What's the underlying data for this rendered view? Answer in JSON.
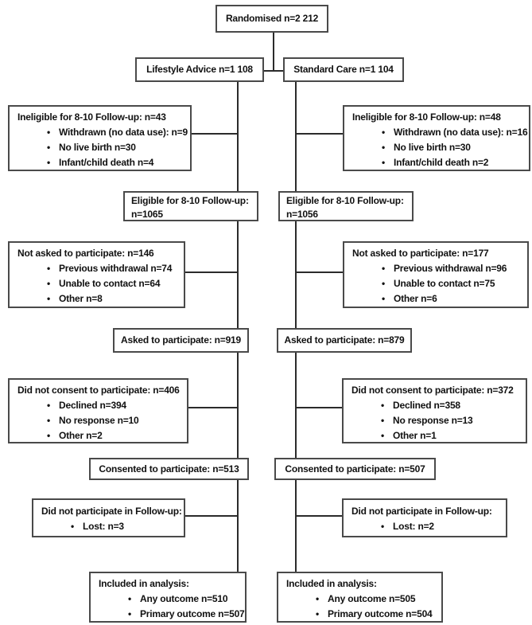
{
  "diagram": {
    "bullet_char": "•",
    "nodes": {
      "randomised": {
        "text": "Randomised n=2 212"
      },
      "lifestyle": {
        "text": "Lifestyle Advice n=1 108"
      },
      "standard": {
        "text": "Standard Care n=1 104"
      },
      "ineligible_left": {
        "title": "Ineligible for 8-10 Follow-up: n=43",
        "bullets": [
          "Withdrawn (no data use): n=9",
          "No live birth n=30",
          "Infant/child death n=4"
        ]
      },
      "ineligible_right": {
        "title": "Ineligible for 8-10 Follow-up: n=48",
        "bullets": [
          "Withdrawn (no data use): n=16",
          "No live birth n=30",
          "Infant/child death n=2"
        ]
      },
      "eligible_left": {
        "line1": "Eligible for 8-10 Follow-up:",
        "line2": "n=1065"
      },
      "eligible_right": {
        "line1": "Eligible for 8-10 Follow-up:",
        "line2": "n=1056"
      },
      "not_asked_left": {
        "title": "Not asked to participate: n=146",
        "bullets": [
          "Previous withdrawal n=74",
          "Unable to contact n=64",
          "Other n=8"
        ]
      },
      "not_asked_right": {
        "title": "Not asked to participate: n=177",
        "bullets": [
          "Previous withdrawal n=96",
          "Unable to contact n=75",
          "Other n=6"
        ]
      },
      "asked_left": {
        "text": "Asked to participate: n=919"
      },
      "asked_right": {
        "text": "Asked to participate: n=879"
      },
      "no_consent_left": {
        "title": "Did not consent to participate: n=406",
        "bullets": [
          "Declined n=394",
          "No response n=10",
          "Other n=2"
        ]
      },
      "no_consent_right": {
        "title": "Did not consent to participate: n=372",
        "bullets": [
          "Declined n=358",
          "No response n=13",
          "Other n=1"
        ]
      },
      "consented_left": {
        "text": "Consented to participate: n=513"
      },
      "consented_right": {
        "text": "Consented to participate: n=507"
      },
      "no_followup_left": {
        "title": "Did not participate in Follow-up:",
        "bullets": [
          "Lost: n=3"
        ]
      },
      "no_followup_right": {
        "title": "Did not participate in Follow-up:",
        "bullets": [
          "Lost: n=2"
        ]
      },
      "included_left": {
        "title": "Included in analysis:",
        "bullets": [
          "Any outcome n=510",
          "Primary outcome n=507"
        ]
      },
      "included_right": {
        "title": "Included in analysis:",
        "bullets": [
          "Any outcome n=505",
          "Primary outcome n=504"
        ]
      }
    },
    "colors": {
      "border": "#4a4a4a",
      "line": "#2b2b2b",
      "text": "#111111",
      "background": "#ffffff"
    }
  }
}
